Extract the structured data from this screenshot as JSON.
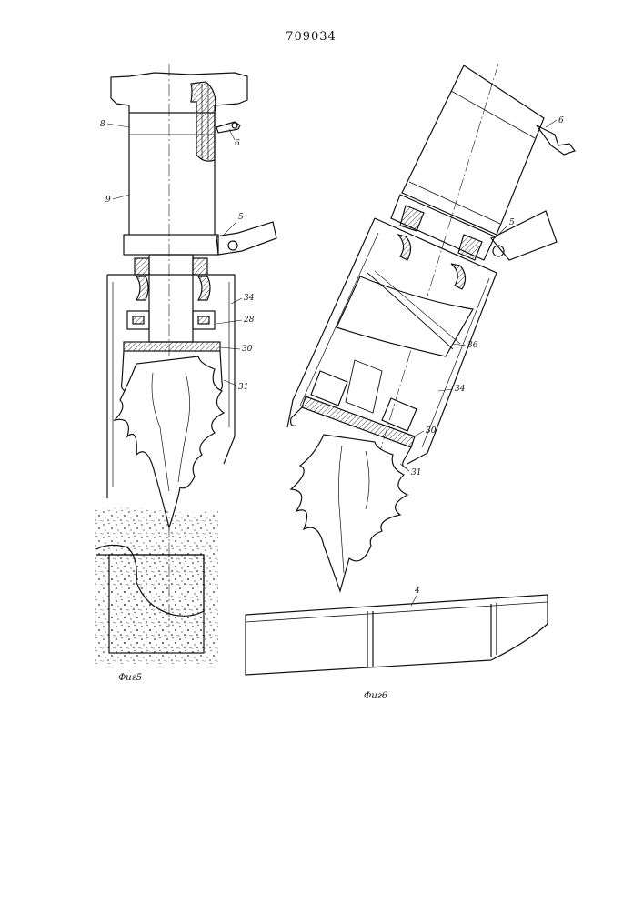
{
  "header": {
    "patent_number": "709034"
  },
  "figure5": {
    "caption": "Фиг5",
    "labels": {
      "l8": "8",
      "l9": "9",
      "l6": "6",
      "l5": "5",
      "l34": "34",
      "l28": "28",
      "l30": "30",
      "l31": "31"
    }
  },
  "figure6": {
    "caption": "Фиг6",
    "labels": {
      "l6": "6",
      "l5": "5",
      "l36": "36",
      "l34": "34",
      "l30": "30",
      "l31": "31",
      "l4": "4"
    }
  }
}
